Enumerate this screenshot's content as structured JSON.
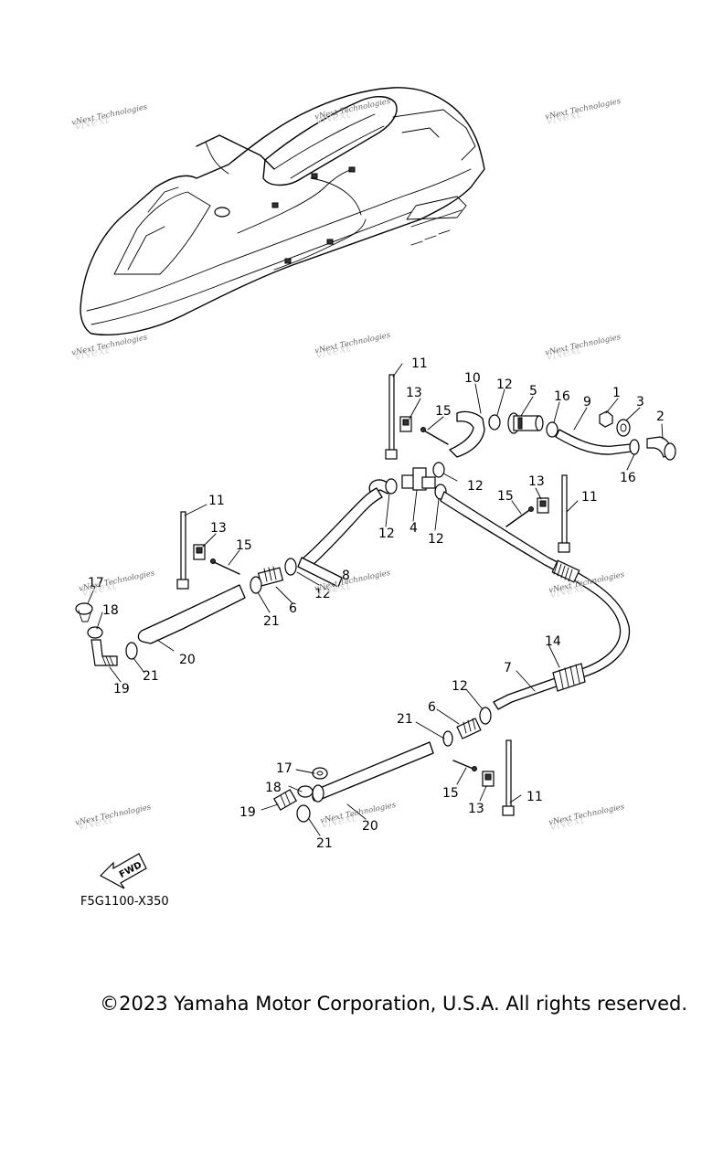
{
  "watermark_text": "vNext Technologies",
  "diagram_code": "F5G1100-X350",
  "fwd_label": "FWD",
  "copyright": "©2023 Yamaha Motor Corporation, U.S.A. All rights reserved.",
  "callouts": {
    "c1": "1",
    "c2": "2",
    "c3": "3",
    "c4": "4",
    "c5": "5",
    "c6a": "6",
    "c6b": "6",
    "c7": "7",
    "c8": "8",
    "c9": "9",
    "c10": "10",
    "c11a": "11",
    "c11b": "11",
    "c11c": "11",
    "c11d": "11",
    "c12a": "12",
    "c12b": "12",
    "c12c": "12",
    "c12d": "12",
    "c12e": "12",
    "c12f": "12",
    "c13a": "13",
    "c13b": "13",
    "c13c": "13",
    "c13d": "13",
    "c14": "14",
    "c15a": "15",
    "c15b": "15",
    "c15c": "15",
    "c15d": "15",
    "c16a": "16",
    "c16b": "16",
    "c17a": "17",
    "c17b": "17",
    "c18a": "18",
    "c18b": "18",
    "c19a": "19",
    "c19b": "19",
    "c20a": "20",
    "c20b": "20",
    "c21a": "21",
    "c21b": "21",
    "c21c": "21",
    "c21d": "21"
  }
}
